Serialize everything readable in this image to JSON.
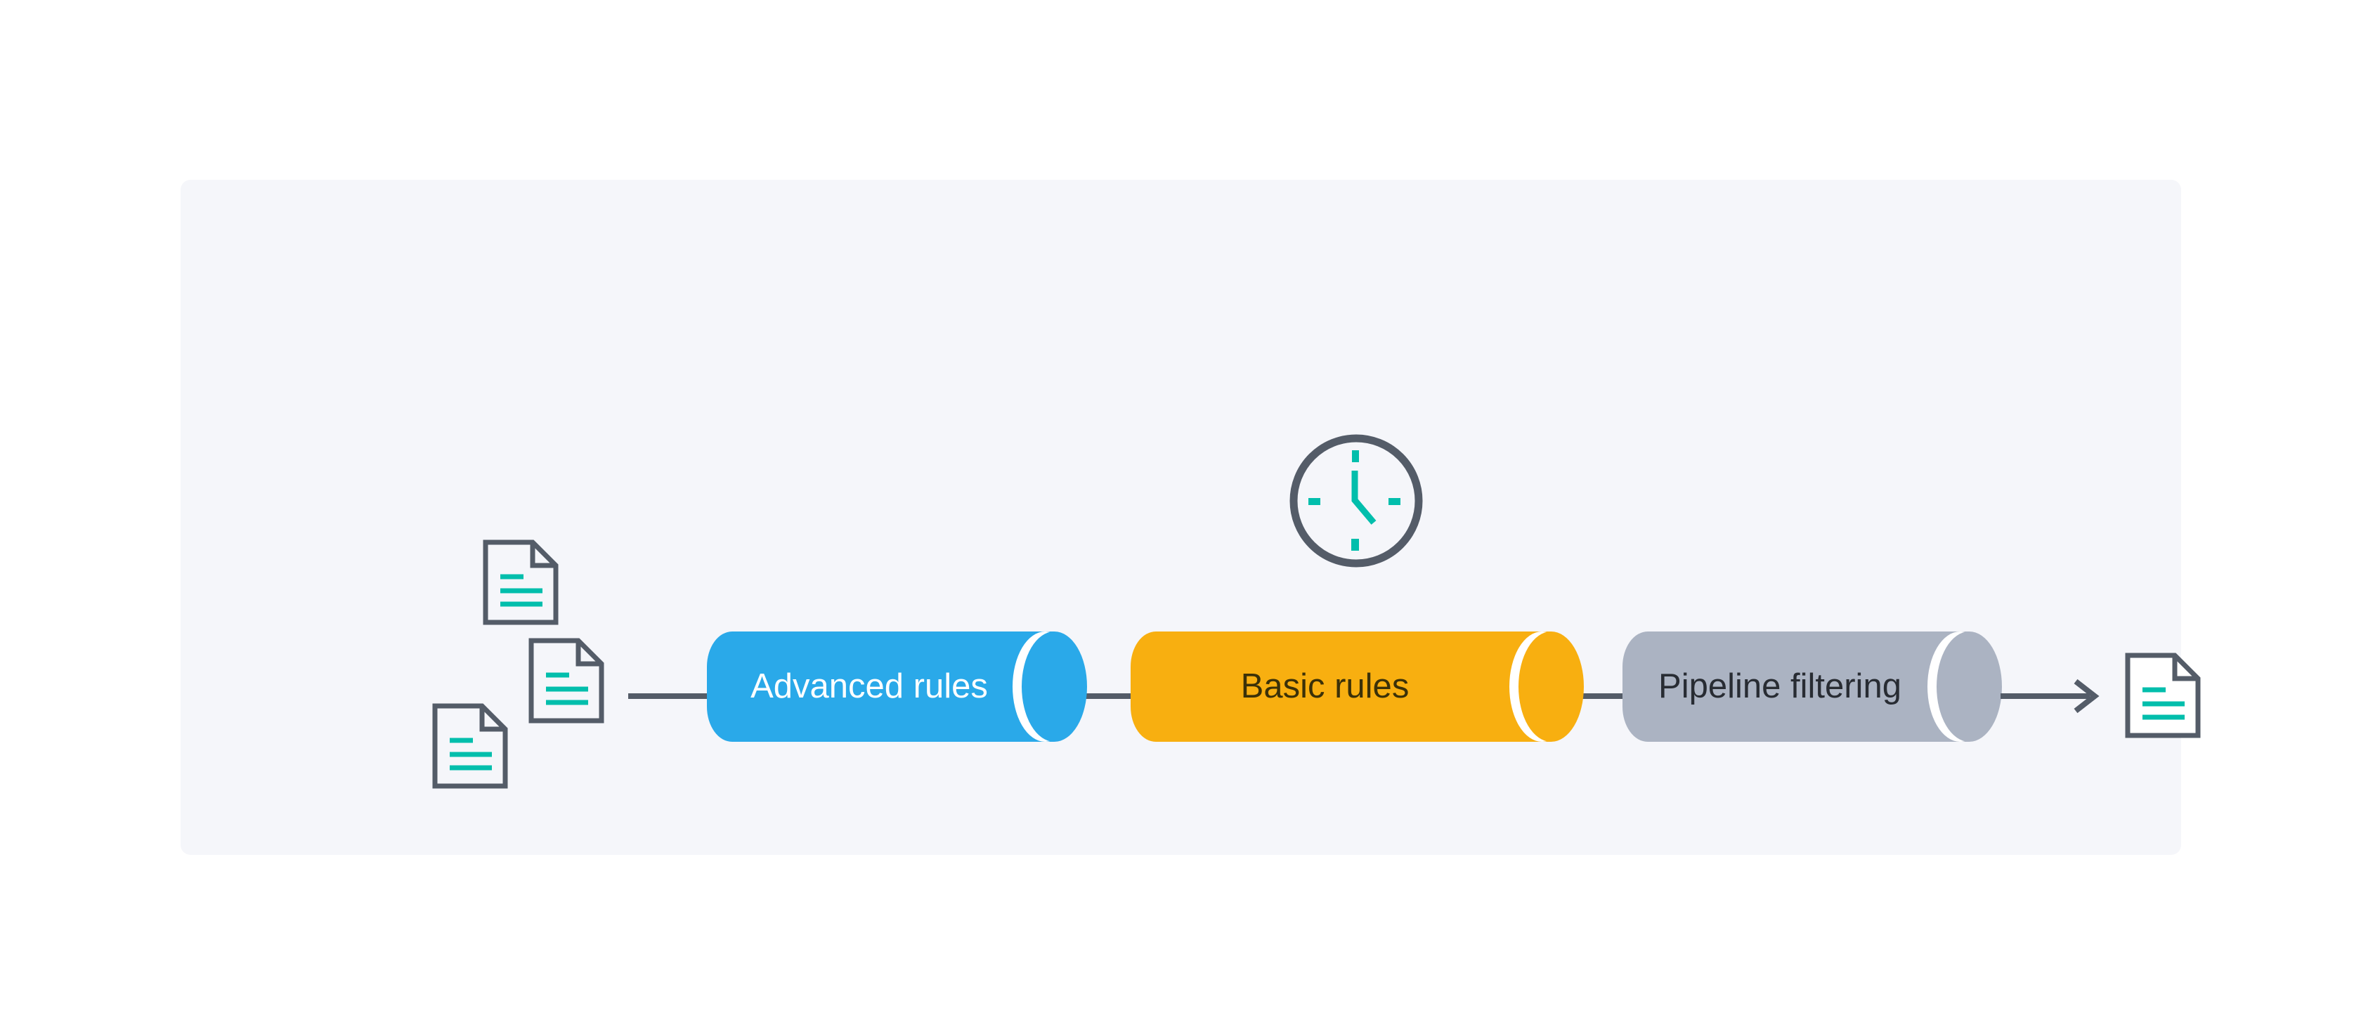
{
  "diagram": {
    "description": "Document filtering pipeline with three sequential rule stages",
    "stages": [
      {
        "id": "advanced-rules",
        "label": "Advanced rules",
        "fill": "#2AA9E9",
        "text_color": "#FFFFFF"
      },
      {
        "id": "basic-rules",
        "label": "Basic rules",
        "fill": "#F8AF10",
        "text_color": "#3B3108"
      },
      {
        "id": "pipeline-filtering",
        "label": "Pipeline filtering",
        "fill": "#ABB3C2",
        "text_color": "#282C33"
      }
    ],
    "icons": {
      "clock": "clock-icon",
      "input_documents": "document-icon",
      "output_document": "document-icon",
      "arrow": "arrow-right-icon"
    },
    "colors": {
      "page_background": "#FFFFFF",
      "panel_background": "#F5F6FA",
      "outline": "#545C68",
      "connector": "#545C68",
      "accent_teal": "#02BEAC",
      "cap_gap": "#FFFFFF"
    }
  }
}
